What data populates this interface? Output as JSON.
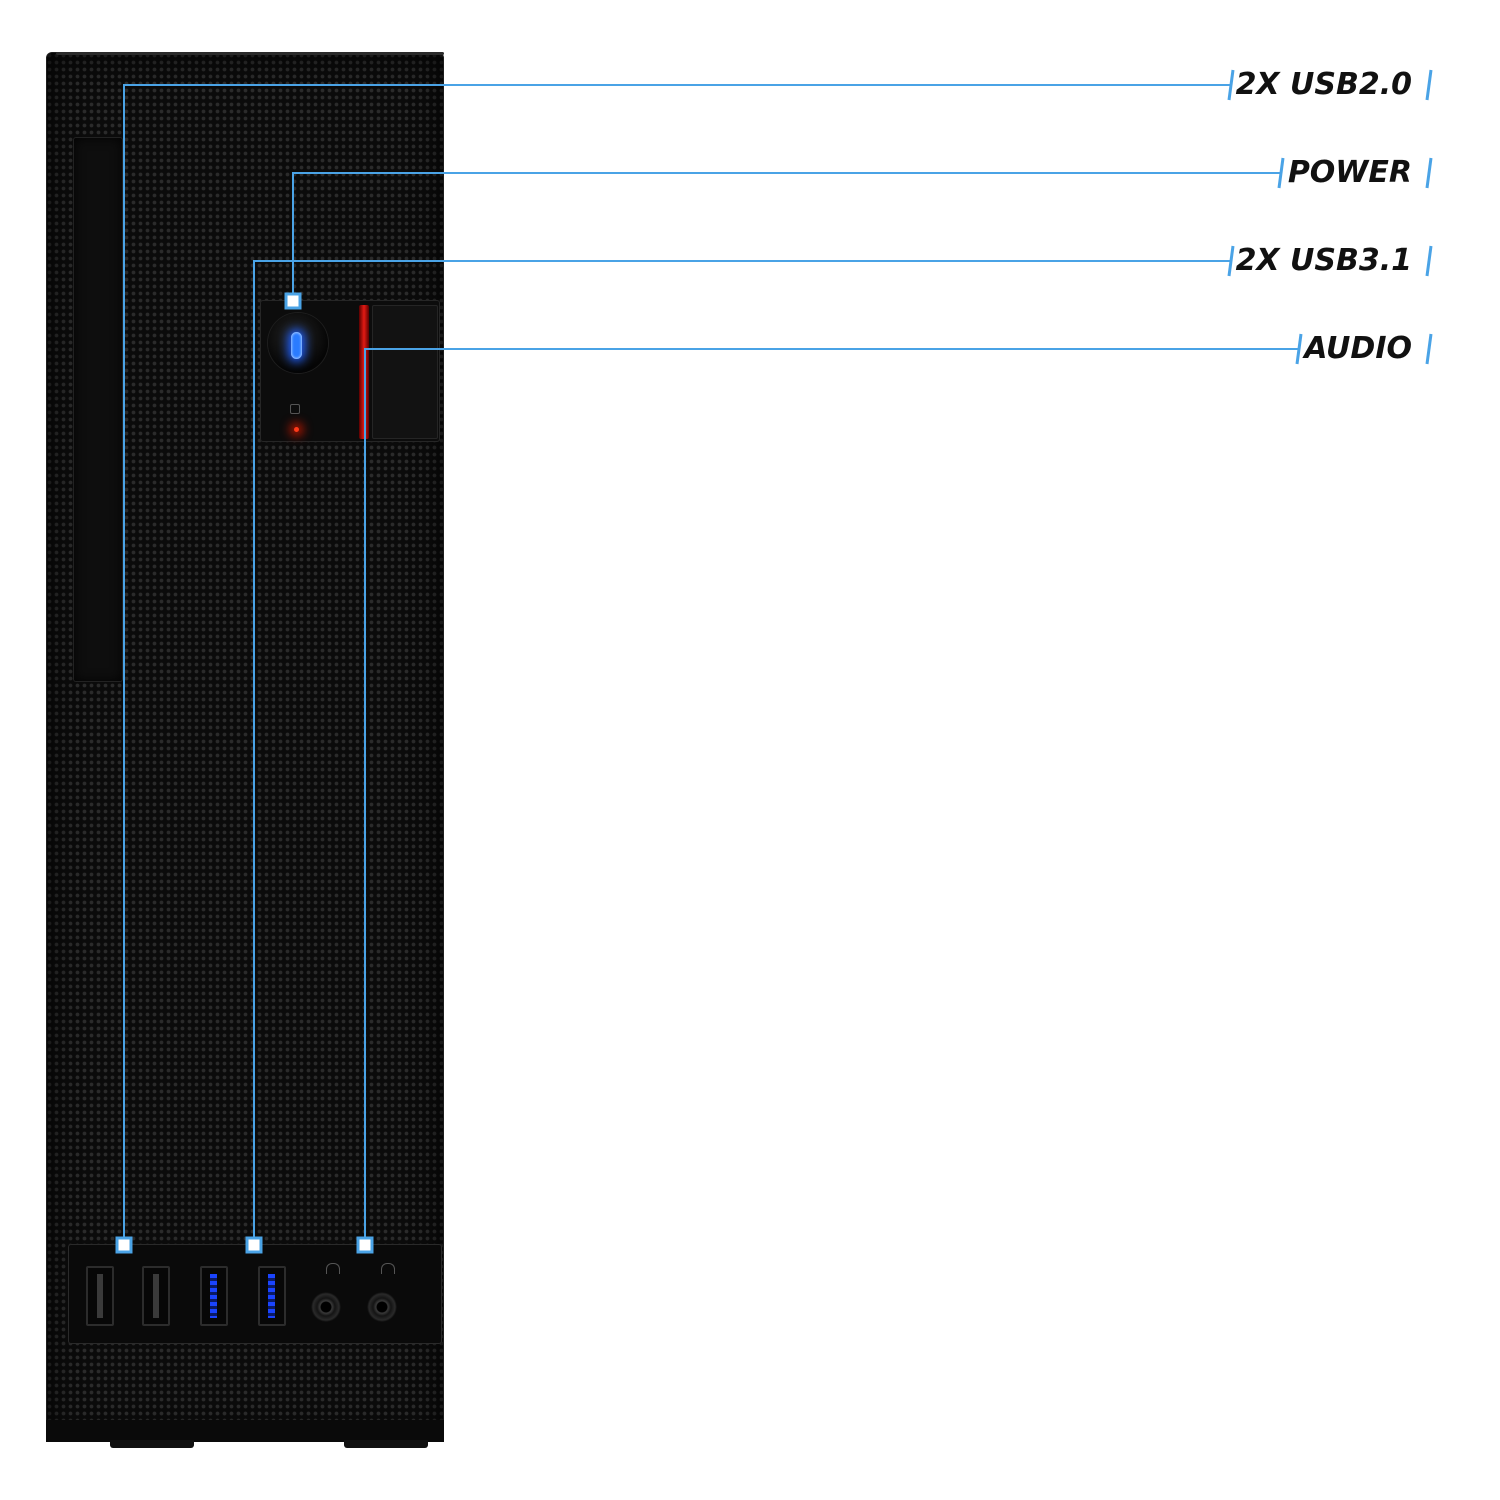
{
  "scene": {
    "accent_color": "#4aa3e6",
    "background_color": "#ffffff"
  },
  "callouts": [
    {
      "id": "usb20",
      "label": "2X USB2.0",
      "icon": "usb-port-icon"
    },
    {
      "id": "power",
      "label": "POWER",
      "icon": "power-button-icon"
    },
    {
      "id": "usb31",
      "label": "2X USB3.1",
      "icon": "usb-port-icon"
    },
    {
      "id": "audio",
      "label": "AUDIO",
      "icon": "audio-jack-icon"
    }
  ]
}
